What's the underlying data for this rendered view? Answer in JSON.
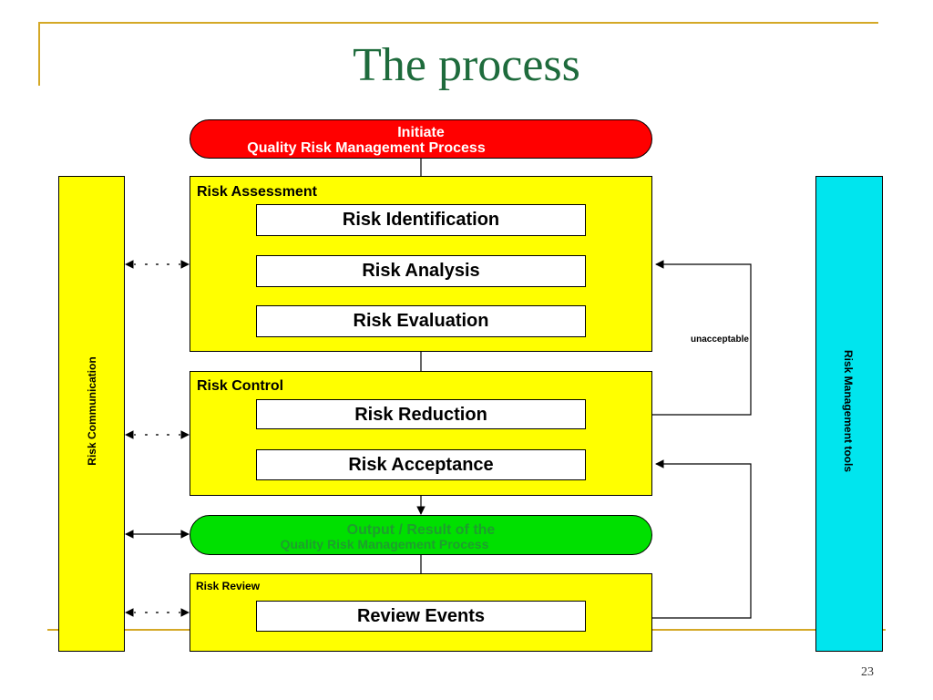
{
  "slide": {
    "title": "The process",
    "page_number": "23"
  },
  "diagram": {
    "start": {
      "line1": "Initiate",
      "line2": "Quality Risk Management Process"
    },
    "assessment": {
      "label": "Risk Assessment",
      "steps": [
        "Risk Identification",
        "Risk Analysis",
        "Risk Evaluation"
      ]
    },
    "control": {
      "label": "Risk Control",
      "steps": [
        "Risk Reduction",
        "Risk Acceptance"
      ]
    },
    "output": {
      "line1": "Output / Result of the",
      "line2": "Quality Risk Management Process"
    },
    "review": {
      "label": "Risk Review",
      "steps": [
        "Review Events"
      ]
    },
    "left_bar": "Risk Communication",
    "right_bar": "Risk Management tools",
    "feedback_label": "unacceptable"
  },
  "colors": {
    "title": "#1e6b3c",
    "accent_line": "#d4a826",
    "panel": "#ffff00",
    "start": "#ff0000",
    "output": "#00e000",
    "tools": "#00e5ee"
  }
}
